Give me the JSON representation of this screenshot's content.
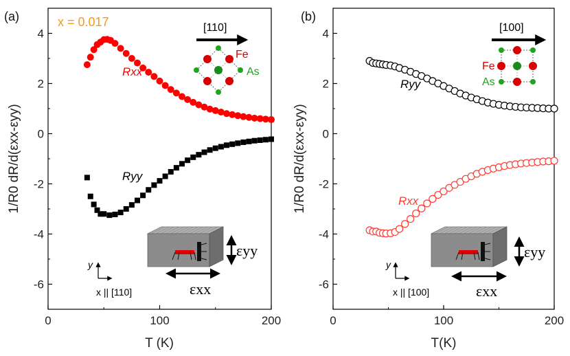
{
  "chart_data": [
    {
      "type": "scatter",
      "panel": "(a)",
      "annotation": "x = 0.017",
      "annotation_color": "#f39a1c",
      "xlabel": "T (K)",
      "ylabel": "1/R0 dR/d(εxx-εyy)",
      "xlim": [
        0,
        200
      ],
      "ylim": [
        -7,
        5
      ],
      "xticks": [
        0,
        100,
        200
      ],
      "yticks": [
        -6,
        -4,
        -2,
        0,
        2,
        4
      ],
      "grid": false,
      "inset_axis_text": "x || [110]",
      "inset_axis_y": "y",
      "lattice_direction": "[110]",
      "atom_labels": {
        "fe": "Fe",
        "as": "As"
      },
      "strain_labels": {
        "yy": "εyy",
        "xx": "εxx"
      },
      "series": [
        {
          "name": "Rxx",
          "marker": "circle-filled",
          "color": "#ff0000",
          "x": [
            35,
            38,
            41,
            44,
            47,
            50,
            53,
            56,
            60,
            65,
            70,
            75,
            80,
            85,
            90,
            95,
            100,
            105,
            110,
            115,
            120,
            125,
            130,
            135,
            140,
            145,
            150,
            155,
            160,
            165,
            170,
            175,
            180,
            185,
            190,
            195,
            200
          ],
          "y": [
            2.75,
            3.05,
            3.35,
            3.55,
            3.65,
            3.75,
            3.76,
            3.72,
            3.6,
            3.4,
            3.2,
            3.0,
            2.82,
            2.62,
            2.45,
            2.28,
            2.1,
            1.92,
            1.76,
            1.62,
            1.48,
            1.36,
            1.25,
            1.15,
            1.06,
            0.98,
            0.92,
            0.86,
            0.8,
            0.76,
            0.72,
            0.68,
            0.65,
            0.62,
            0.6,
            0.58,
            0.56
          ]
        },
        {
          "name": "Ryy",
          "marker": "square-filled",
          "color": "#000000",
          "x": [
            35,
            38,
            41,
            44,
            47,
            50,
            55,
            60,
            65,
            70,
            75,
            80,
            85,
            90,
            95,
            100,
            105,
            110,
            115,
            120,
            125,
            130,
            135,
            140,
            145,
            150,
            155,
            160,
            165,
            170,
            175,
            180,
            185,
            190,
            195,
            200
          ],
          "y": [
            -1.75,
            -2.5,
            -2.82,
            -3.05,
            -3.2,
            -3.2,
            -3.25,
            -3.22,
            -3.14,
            -3.0,
            -2.84,
            -2.66,
            -2.46,
            -2.24,
            -2.05,
            -1.88,
            -1.7,
            -1.52,
            -1.36,
            -1.2,
            -1.06,
            -0.94,
            -0.84,
            -0.74,
            -0.65,
            -0.58,
            -0.52,
            -0.46,
            -0.42,
            -0.38,
            -0.34,
            -0.31,
            -0.28,
            -0.26,
            -0.24,
            -0.22
          ]
        }
      ]
    },
    {
      "type": "scatter",
      "panel": "(b)",
      "xlabel": "T(K)",
      "ylabel": "1/R0 dR/d(εxx-εyy)",
      "xlim": [
        0,
        200
      ],
      "ylim": [
        -7,
        5
      ],
      "xticks": [
        0,
        100,
        200
      ],
      "yticks": [
        -6,
        -4,
        -2,
        0,
        2,
        4
      ],
      "grid": false,
      "inset_axis_text": "x || [100]",
      "inset_axis_y": "y",
      "lattice_direction": "[100]",
      "atom_labels": {
        "fe": "Fe",
        "as": "As"
      },
      "strain_labels": {
        "yy": "εyy",
        "xx": "εxx"
      },
      "series": [
        {
          "name": "Ryy",
          "marker": "circle-open",
          "color": "#000000",
          "x": [
            33,
            36,
            39,
            42,
            45,
            48,
            52,
            56,
            60,
            65,
            70,
            75,
            80,
            85,
            90,
            95,
            100,
            105,
            110,
            115,
            120,
            125,
            130,
            135,
            140,
            145,
            150,
            155,
            160,
            165,
            170,
            175,
            180,
            185,
            190,
            195,
            200
          ],
          "y": [
            2.9,
            2.82,
            2.8,
            2.78,
            2.76,
            2.74,
            2.72,
            2.68,
            2.62,
            2.55,
            2.47,
            2.38,
            2.3,
            2.2,
            2.1,
            2.0,
            1.9,
            1.8,
            1.7,
            1.6,
            1.52,
            1.44,
            1.37,
            1.3,
            1.24,
            1.19,
            1.15,
            1.12,
            1.09,
            1.07,
            1.05,
            1.04,
            1.03,
            1.02,
            1.01,
            1.0,
            1.0
          ]
        },
        {
          "name": "Rxx",
          "marker": "circle-open",
          "color": "#ff3b30",
          "x": [
            33,
            36,
            39,
            42,
            45,
            48,
            52,
            56,
            60,
            65,
            70,
            75,
            80,
            85,
            90,
            95,
            100,
            105,
            110,
            115,
            120,
            125,
            130,
            135,
            140,
            145,
            150,
            155,
            160,
            165,
            170,
            175,
            180,
            185,
            190,
            195,
            200
          ],
          "y": [
            -3.85,
            -3.9,
            -3.9,
            -3.95,
            -3.97,
            -3.98,
            -3.97,
            -3.92,
            -3.8,
            -3.6,
            -3.4,
            -3.18,
            -2.98,
            -2.78,
            -2.6,
            -2.44,
            -2.3,
            -2.16,
            -2.04,
            -1.92,
            -1.8,
            -1.7,
            -1.6,
            -1.52,
            -1.45,
            -1.39,
            -1.34,
            -1.29,
            -1.25,
            -1.22,
            -1.19,
            -1.17,
            -1.15,
            -1.13,
            -1.11,
            -1.1,
            -1.08
          ]
        }
      ]
    }
  ],
  "colors": {
    "fe_atom": "#d90000",
    "as_atom": "#1ea41e",
    "center_atom": "#1a8a1a",
    "crystal_body": "#8c8c8c",
    "sample_strip": "#e00000"
  },
  "icons": [
    "crystal-lattice-icon",
    "strain-device-icon",
    "arrow-right-icon"
  ]
}
